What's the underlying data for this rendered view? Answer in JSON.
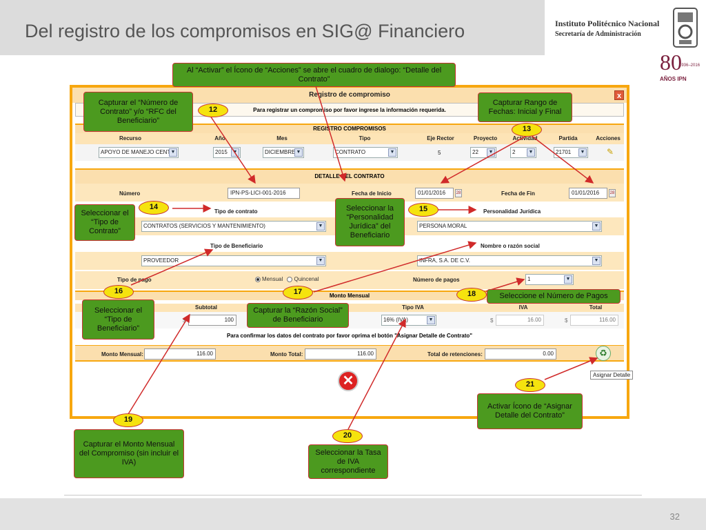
{
  "slide": {
    "title": "Del registro de los compromisos en SIG@ Financiero",
    "institute_line1": "Instituto Politécnico Nacional",
    "institute_line2": "Secretaría de Administración",
    "anniv_big": "80",
    "anniv_years": "1936–2016",
    "anniv_label": "AÑOS IPN",
    "page_number": "32"
  },
  "dialog": {
    "title": "Registro de compromiso",
    "close": "x",
    "info": "Para registrar un compromiso por favor ingrese la información requerida.",
    "registro_header": "REGISTRO COMPROMISOS",
    "columns": [
      "Recurso",
      "Año",
      "Mes",
      "Tipo",
      "Eje Rector",
      "Proyecto",
      "Actividad",
      "Partida",
      "Acciones"
    ],
    "values": {
      "recurso": "APOYO DE MANEJO CENTR",
      "anio": "2015",
      "mes": "DICIEMBRE",
      "tipo": "CONTRATO",
      "eje_rector": "5",
      "proyecto": "22",
      "actividad": "2",
      "partida": "21701"
    },
    "detalle_header": "DETALLE DEL CONTRATO",
    "numero_label": "Número",
    "numero_value": "IPN-PS-LICI-001-2016",
    "fecha_inicio_label": "Fecha de Inicio",
    "fecha_inicio_value": "01/01/2016",
    "fecha_fin_label": "Fecha de Fin",
    "fecha_fin_value": "01/01/2016",
    "tipo_contrato_label": "Tipo de contrato",
    "tipo_contrato_value": "CONTRATOS (SERVICIOS Y MANTENIMIENTO)",
    "personalidad_label": "Personalidad Jurídica",
    "personalidad_value": "PERSONA MORAL",
    "tipo_beneficiario_label": "Tipo de Beneficiario",
    "tipo_beneficiario_value": "PROVEEDOR",
    "razon_social_label": "Nombre o razón social",
    "razon_social_value": "INFRA, S.A. DE C.V.",
    "tipo_pago_label": "Tipo de pago",
    "tipo_pago_options": [
      "Mensual",
      "Quincenal"
    ],
    "numero_pagos_label": "Número de pagos",
    "numero_pagos_value": "1",
    "monto_mensual_header": "Monto Mensual",
    "subtotal_label": "Subtotal",
    "subtotal_value": "100",
    "tipo_iva_label": "Tipo IVA",
    "tipo_iva_value": "16% (IVA)",
    "iva_label": "IVA",
    "iva_value": "16.00",
    "total_label": "Total",
    "total_value": "116.00",
    "currency": "$",
    "confirm_text": "Para confirmar los datos del contrato por favor oprima el botón \"Asignar Detalle de Contrato\"",
    "monto_mensual_label": "Monto Mensual:",
    "monto_mensual_value": "116.00",
    "monto_total_label": "Monto Total:",
    "monto_total_value": "116.00",
    "retenciones_label": "Total de retenciones:",
    "retenciones_value": "0.00",
    "assign_tooltip": "Asignar Detalle",
    "cancel_glyph": "✕",
    "assign_glyph": "♻"
  },
  "callouts": {
    "top": "Al “Activar” el Ícono de “Acciones” se abre el cuadro de dialogo: “Detalle del Contrato”",
    "c12": "Capturar el “Número de Contrato” y/o “RFC del Beneficiario”",
    "c13": "Capturar Rango de Fechas: Inicial y Final",
    "c14": "Seleccionar el “Tipo de Contrato”",
    "c15": "Seleccionar la “Personalidad Jurídica” del Beneficiario",
    "c16": "Seleccionar el “Tipo de Beneficiario”",
    "c17": "Capturar la “Razón Social” de Beneficiario",
    "c18": "Seleccione el Número de Pagos",
    "c19": "Capturar el Monto Mensual del Compromiso (sin incluir el IVA)",
    "c20": "Seleccionar la Tasa de IVA correspondiente",
    "c21": "Activar Ícono de “Asignar Detalle del Contrato”"
  },
  "numbers": {
    "n12": "12",
    "n13": "13",
    "n14": "14",
    "n15": "15",
    "n16": "16",
    "n17": "17",
    "n18": "18",
    "n19": "19",
    "n20": "20",
    "n21": "21"
  },
  "colors": {
    "callout_green": "#4c9a1f",
    "number_yellow": "#f5e30e",
    "dialog_orange": "#f7a70f",
    "arrow_red": "#d02a2a"
  },
  "icons": {
    "close": "close-icon",
    "cancel": "cancel-icon",
    "assign": "recycle-icon",
    "calendar": "calendar-icon",
    "dropdown": "chevron-down-icon"
  }
}
